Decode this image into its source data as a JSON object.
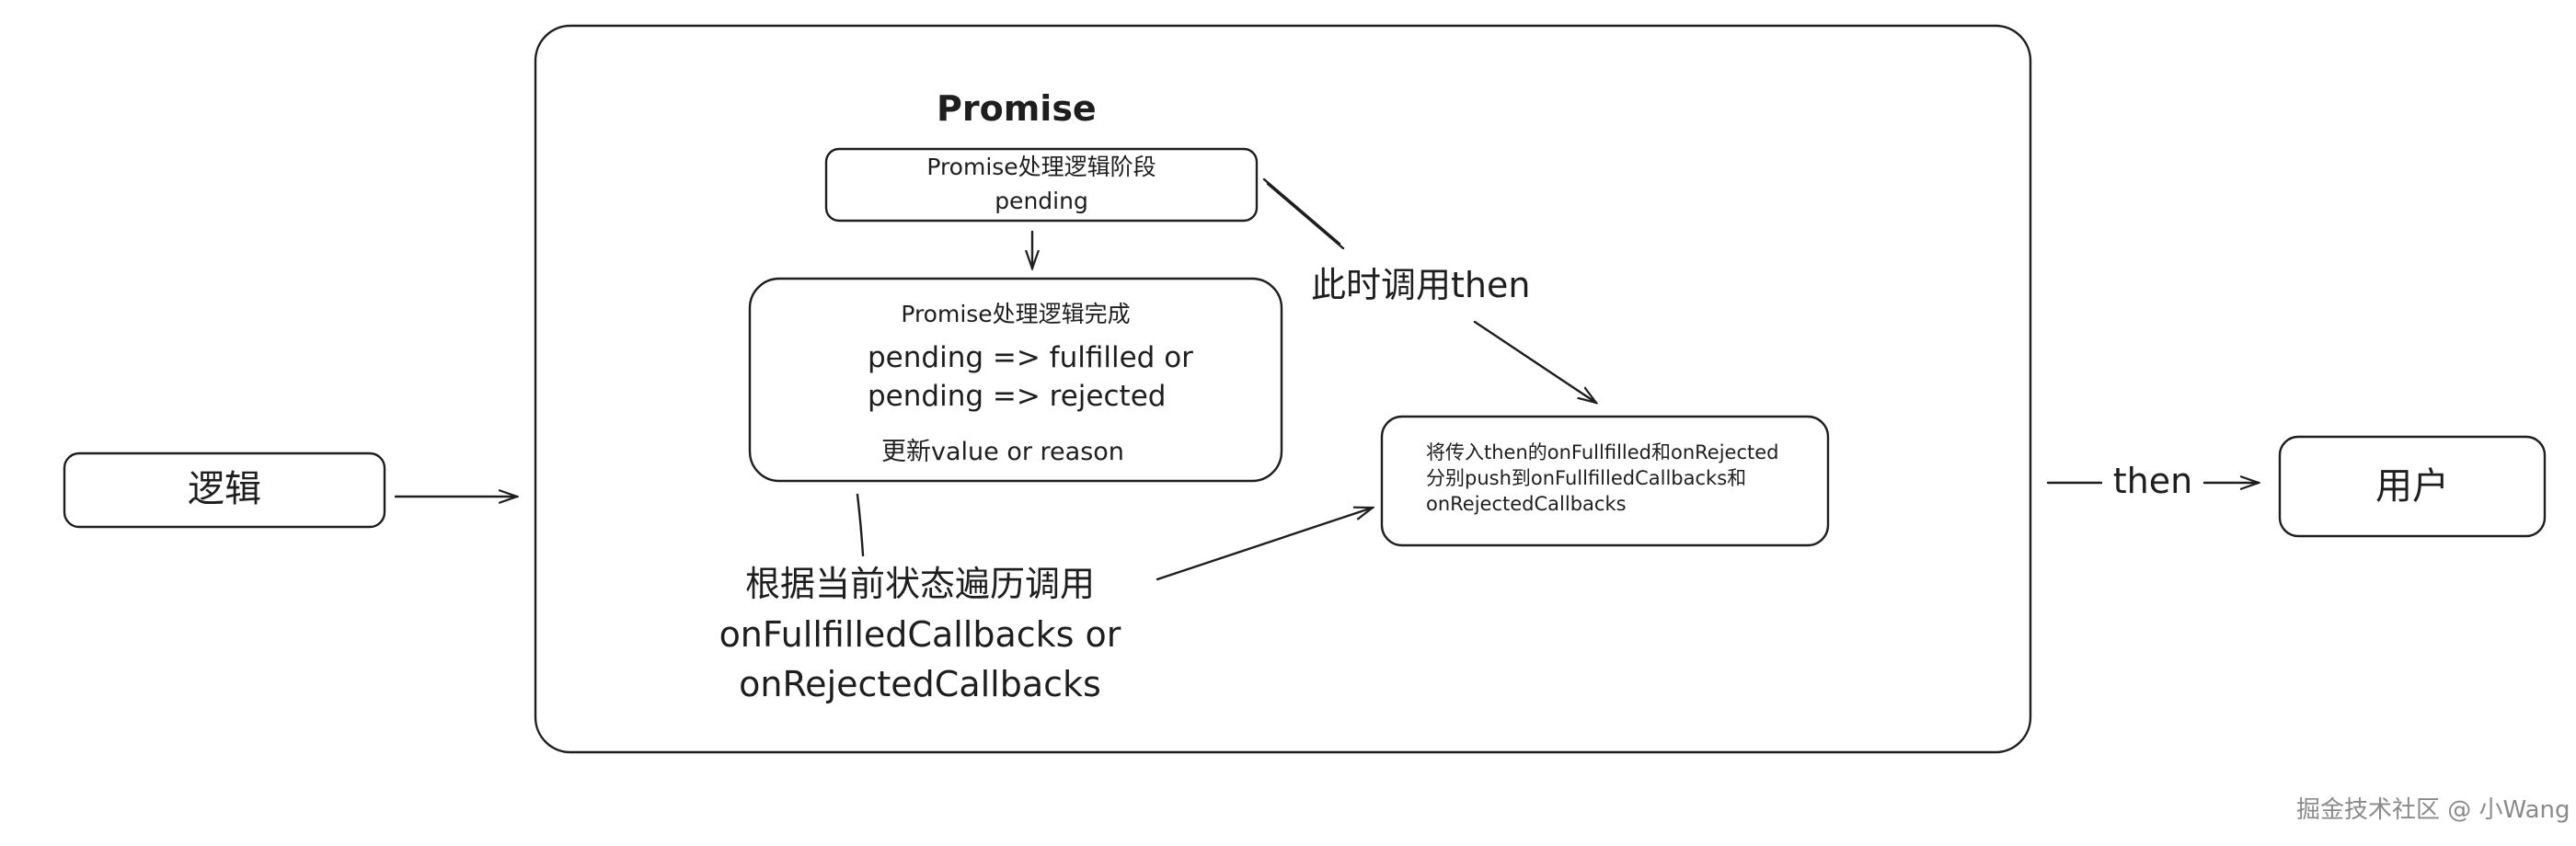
{
  "nodes": {
    "logic": {
      "label": "逻辑"
    },
    "user": {
      "label": "用户"
    },
    "promise_title": "Promise",
    "pending_box": {
      "line1": "Promise处理逻辑阶段",
      "line2": "pending"
    },
    "done_box": {
      "line1": "Promise处理逻辑完成",
      "line2": "pending => fulfilled or",
      "line3": "pending => rejected",
      "line4": "更新value or reason"
    },
    "then_box": {
      "line1": "将传入then的onFullfilled和onRejected",
      "line2": "分别push到onFullfilledCallbacks和",
      "line3": "onRejectedCallbacks"
    }
  },
  "edges": {
    "call_then": "此时调用then",
    "traverse": {
      "line1": "根据当前状态遍历调用",
      "line2": "onFullfilledCallbacks or",
      "line3": "onRejectedCallbacks"
    },
    "then_to_user": "then"
  },
  "watermark": "掘金技术社区 @ 小Wang"
}
